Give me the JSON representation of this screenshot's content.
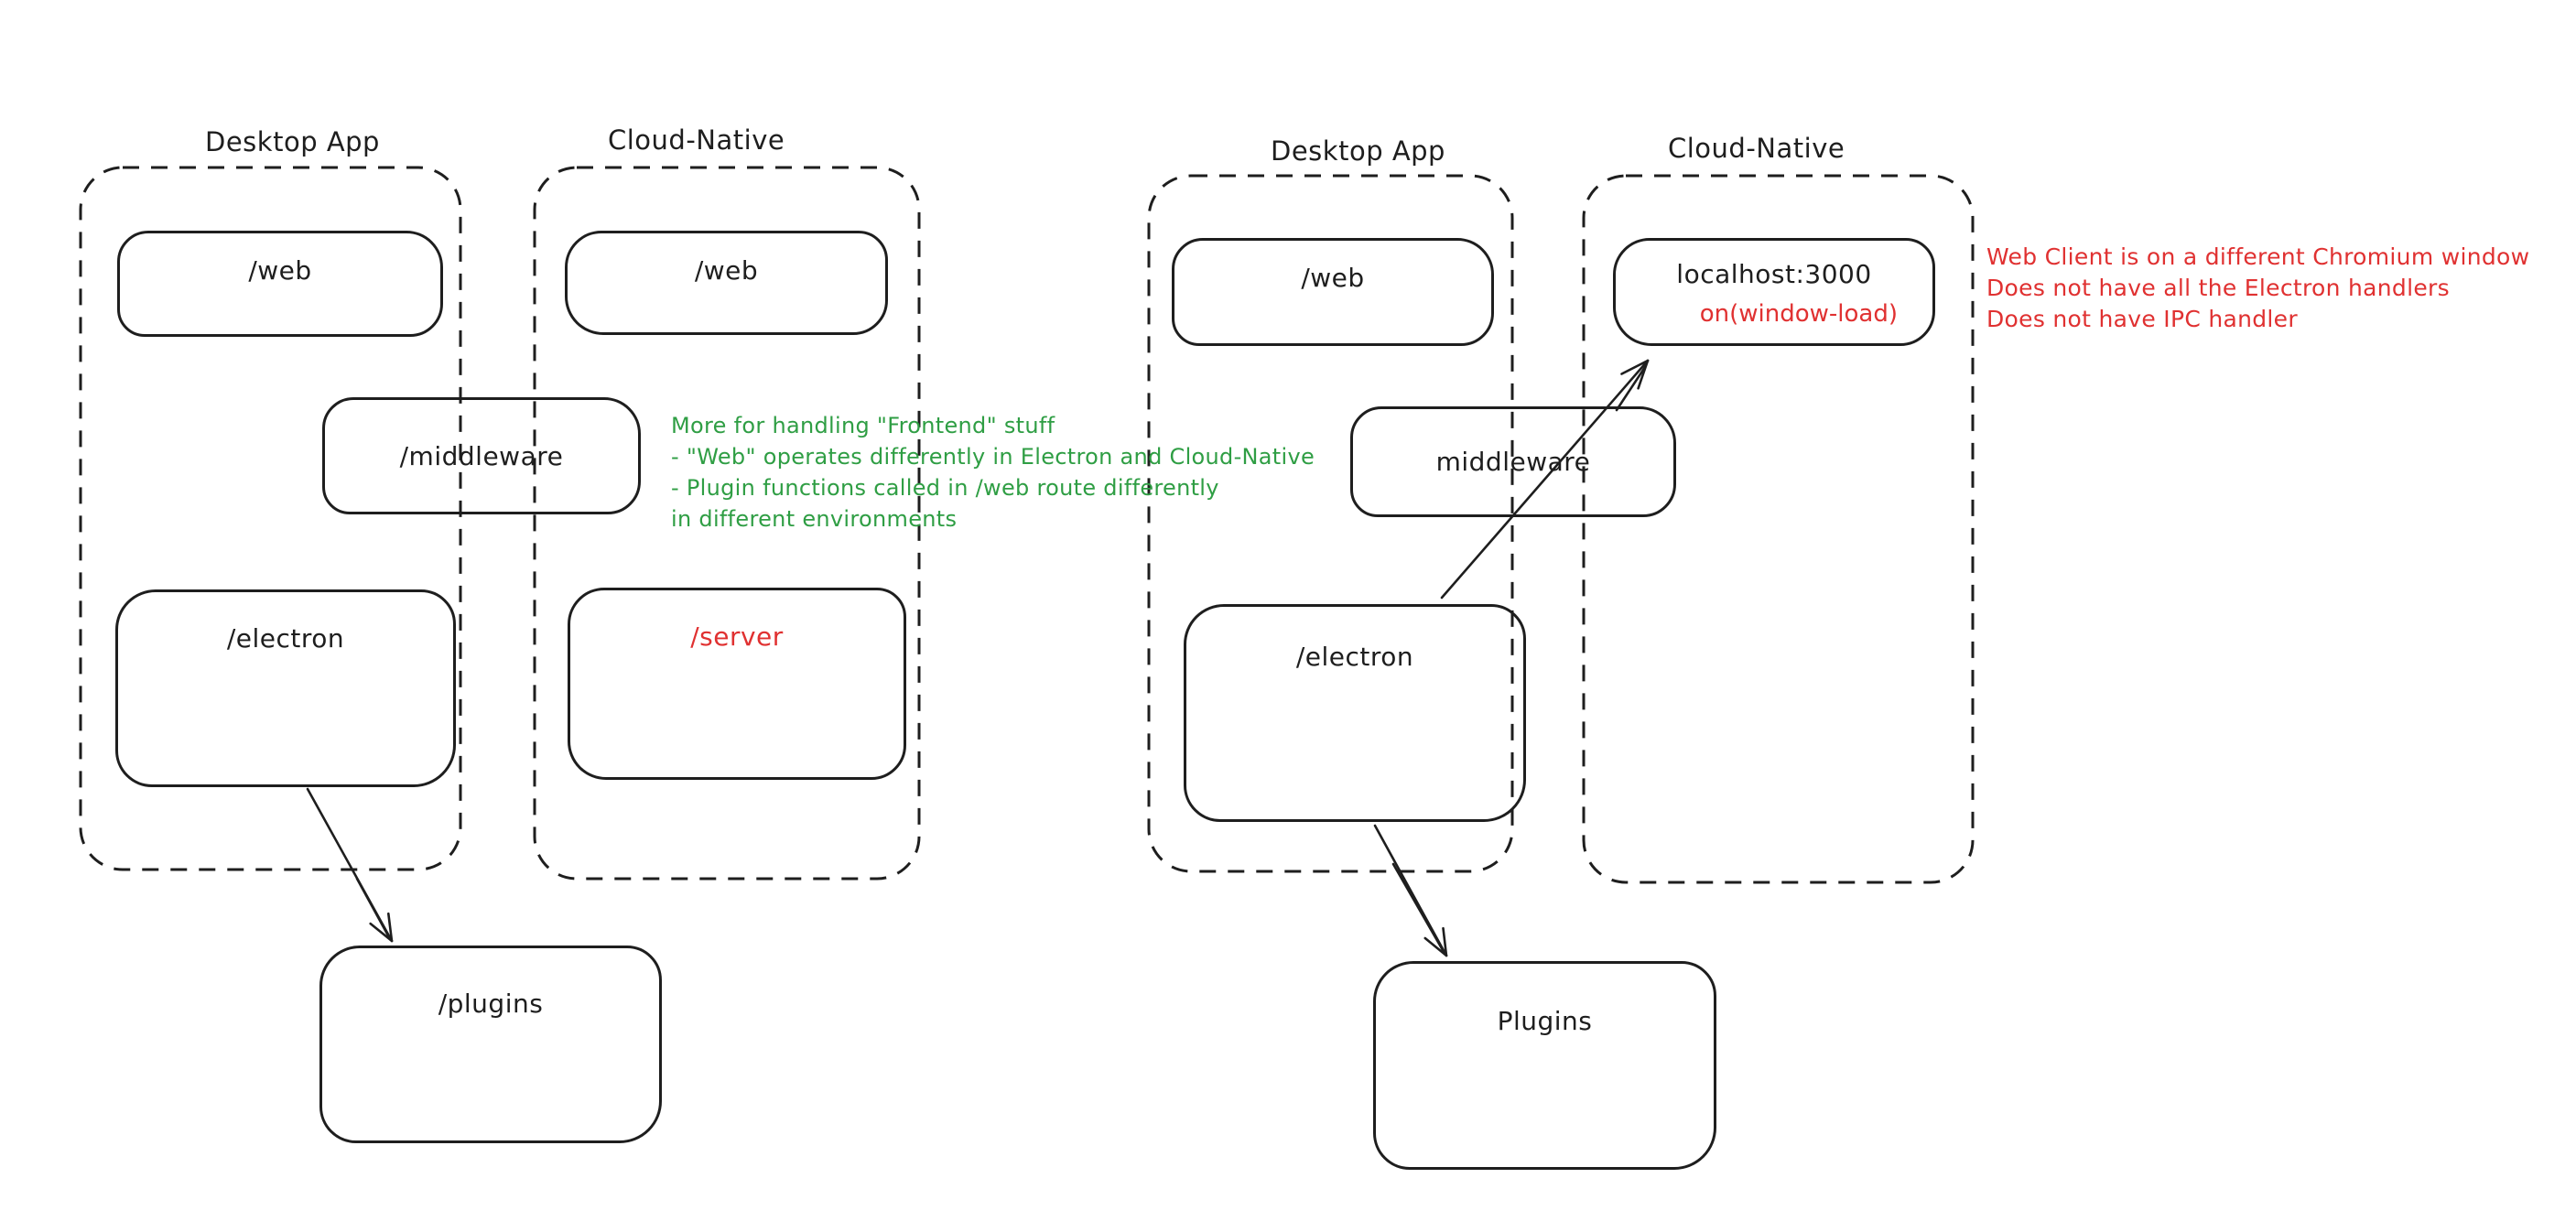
{
  "colors": {
    "background": "#ffffff",
    "ink": "#1e1e1e",
    "green_accent": "#2f9e44",
    "red_accent": "#e03131"
  },
  "left": {
    "desktop_title": "Desktop App",
    "cloud_title": "Cloud-Native",
    "web_desktop": "/web",
    "web_cloud": "/web",
    "middleware": "/middleware",
    "electron": "/electron",
    "server": "/server",
    "plugins": "/plugins",
    "note_lines": [
      "More for handling \"Frontend\" stuff",
      "- \"Web\" operates differently in Electron and Cloud-Native",
      "- Plugin functions called in /web route differently",
      "in different environments"
    ]
  },
  "right": {
    "desktop_title": "Desktop App",
    "cloud_title": "Cloud-Native",
    "web": "/web",
    "middleware": "middleware",
    "electron": "/electron",
    "localhost": "localhost:3000",
    "localhost_event": "on(window-load)",
    "plugins": "Plugins",
    "note_lines": [
      "Web Client is on a different Chromium window",
      "Does not have all the Electron handlers",
      "Does not have IPC handler"
    ]
  }
}
